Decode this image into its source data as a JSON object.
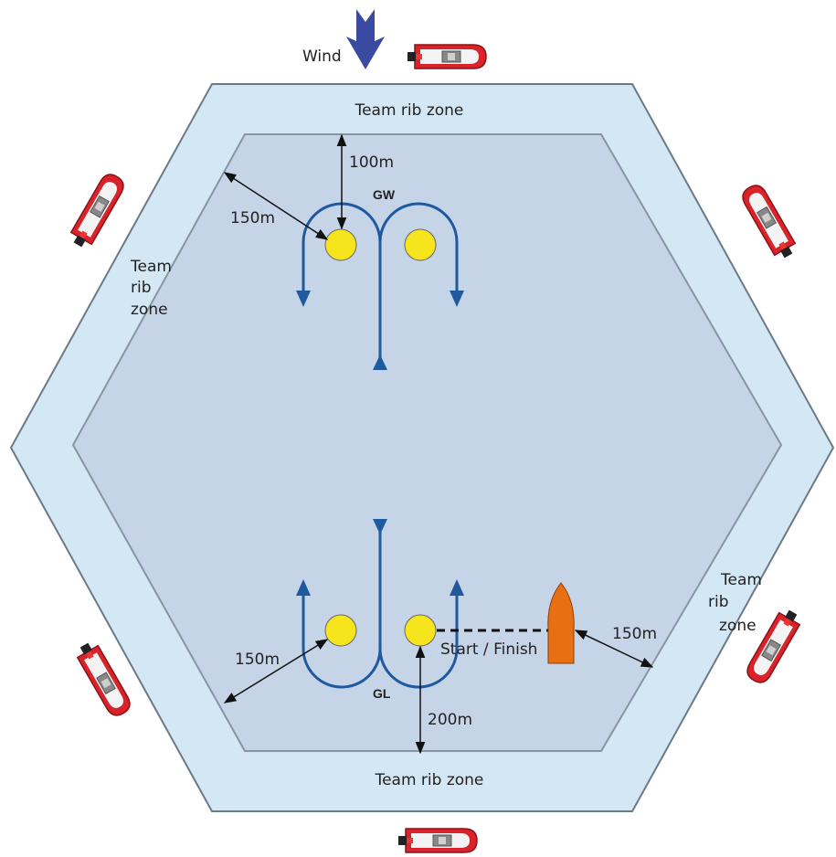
{
  "wind_label": "Wind",
  "zones": {
    "top": "Team rib zone",
    "bottom": "Team rib zone",
    "left_1": "Team",
    "left_2": "rib",
    "left_3": "zone",
    "right_1": "Team",
    "right_2": "rib",
    "right_3": "zone"
  },
  "gates": {
    "windward": "GW",
    "leeward": "GL"
  },
  "distances": {
    "top_mark": "100m",
    "windward_side": "150m",
    "leeward_side": "150m",
    "committee_boat": "150m",
    "bottom_mark": "200m"
  },
  "start_finish": "Start / Finish",
  "colors": {
    "outer_zone": "#d3e8f4",
    "inner_area": "#c6d4e8",
    "course": "#1f5a9e",
    "mark": "#f6e51c",
    "wind_arrow": "#3a4aa0",
    "committee_boat": "#e87012",
    "rib": "#d8232a"
  },
  "icons": [
    "wind-arrow-icon",
    "rib-boat-icon",
    "committee-boat-icon",
    "mark-buoy-icon"
  ]
}
